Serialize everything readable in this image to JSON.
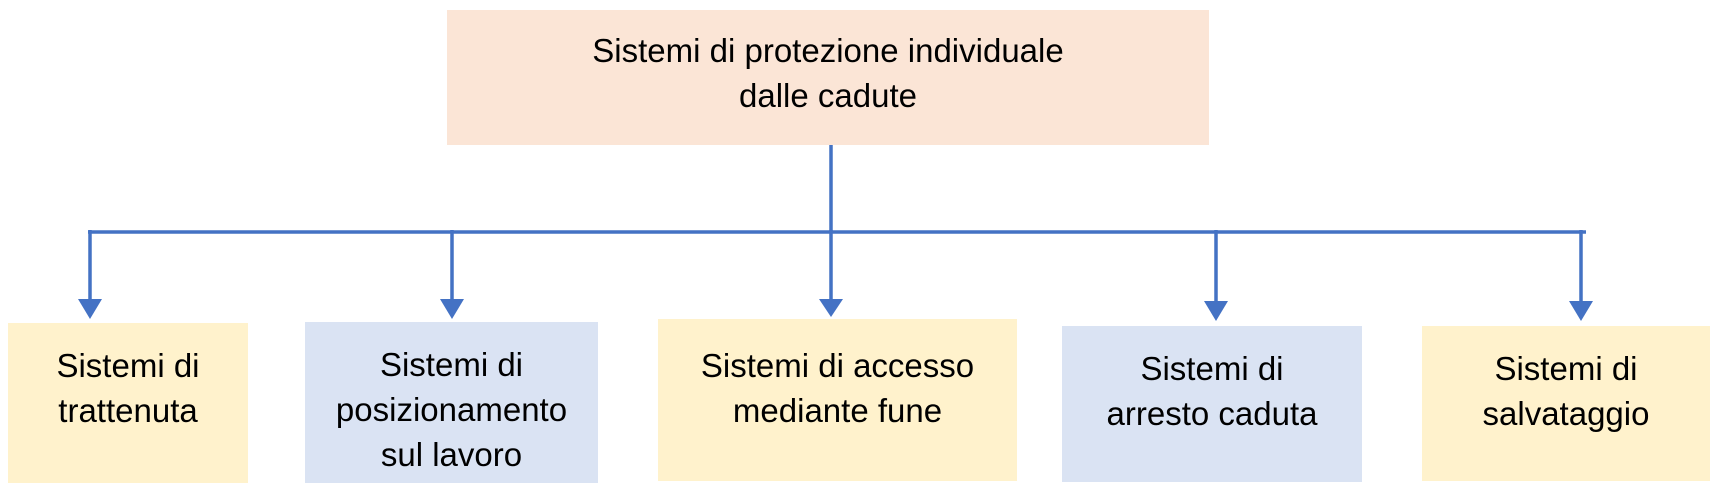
{
  "colors": {
    "connector": "#4472C4",
    "root_fill": "#FBE5D6",
    "yellow_fill": "#FFF2CC",
    "blue_fill": "#DAE3F3"
  },
  "diagram": {
    "root": {
      "label": "Sistemi di protezione individuale dalle cadute",
      "lines": [
        "Sistemi di protezione individuale",
        "dalle cadute"
      ],
      "fill": "#FBE5D6"
    },
    "children": [
      {
        "label": "Sistemi di trattenuta",
        "lines": [
          "Sistemi di",
          "trattenuta"
        ],
        "fill": "#FFF2CC"
      },
      {
        "label": "Sistemi di posizionamento sul lavoro",
        "lines": [
          "Sistemi di",
          "posizionamento",
          "sul lavoro"
        ],
        "fill": "#DAE3F3"
      },
      {
        "label": "Sistemi di accesso mediante fune",
        "lines": [
          "Sistemi di accesso",
          "mediante fune"
        ],
        "fill": "#FFF2CC"
      },
      {
        "label": "Sistemi di arresto caduta",
        "lines": [
          "Sistemi di",
          "arresto caduta"
        ],
        "fill": "#DAE3F3"
      },
      {
        "label": "Sistemi di salvataggio",
        "lines": [
          "Sistemi di",
          "salvataggio"
        ],
        "fill": "#FFF2CC"
      }
    ]
  }
}
